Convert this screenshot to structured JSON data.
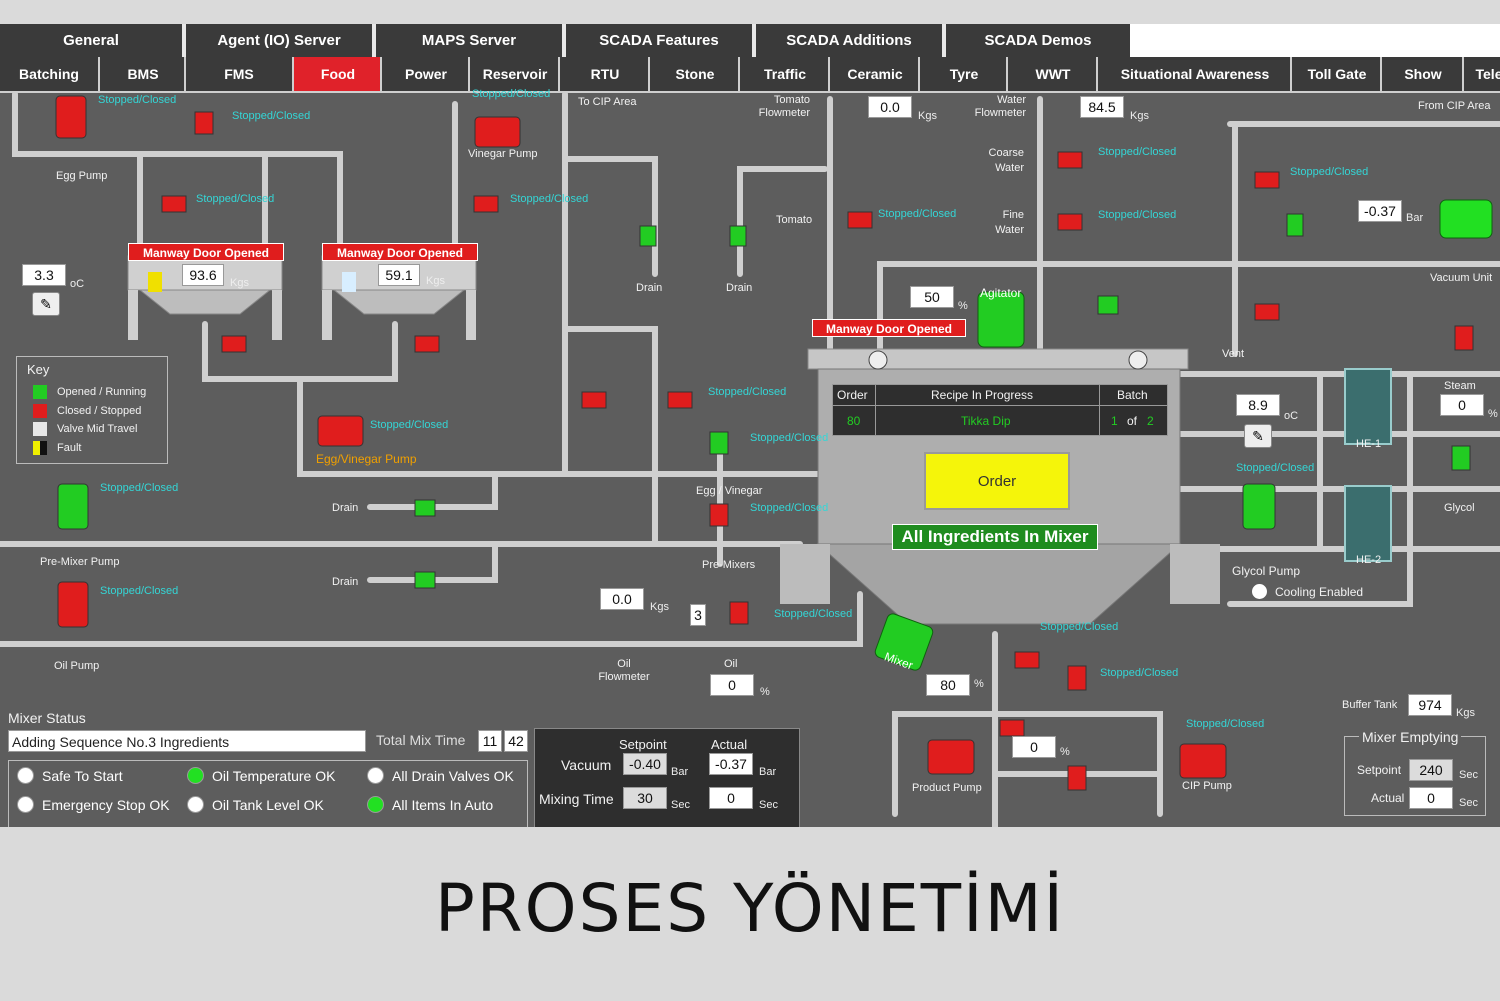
{
  "top_tabs": [
    "General",
    "Agent (IO) Server",
    "MAPS Server",
    "SCADA Features",
    "SCADA Additions",
    "SCADA Demos"
  ],
  "sub_tabs": [
    "Batching",
    "BMS",
    "FMS",
    "Food",
    "Power",
    "Reservoir",
    "RTU",
    "Stone",
    "Traffic",
    "Ceramic",
    "Tyre",
    "WWT",
    "Situational Awareness",
    "Toll Gate",
    "Show",
    "Tele"
  ],
  "active_sub_tab": "Food",
  "status_text": "Stopped/Closed",
  "equipment": {
    "egg_pump": "Egg Pump",
    "vinegar_pump": "Vinegar Pump",
    "egg_vinegar_pump": "Egg/Vinegar Pump",
    "pre_mixer_pump": "Pre-Mixer Pump",
    "oil_pump": "Oil Pump",
    "to_cip_area": "To CIP Area",
    "from_cip_area": "From CIP Area",
    "tomato_flowmeter": "Tomato Flowmeter",
    "water_flowmeter": "Water Flowmeter",
    "coarse_water": "Coarse Water",
    "fine_water": "Fine Water",
    "tomato": "Tomato",
    "drain": "Drain",
    "egg_vinegar": "Egg / Vinegar",
    "pre_mixers": "Pre-Mixers",
    "oil_flowmeter": "Oil Flowmeter",
    "oil": "Oil",
    "vacuum_unit": "Vacuum Unit",
    "vent": "Vent",
    "steam": "Steam",
    "he1": "HE-1",
    "he2": "HE-2",
    "glycol": "Glycol",
    "glycol_pump": "Glycol Pump",
    "cooling_enabled": "Cooling Enabled",
    "agitator": "Agitator",
    "mixer": "Mixer",
    "product_pump": "Product Pump",
    "cip_pump": "CIP Pump",
    "buffer_tank": "Buffer Tank"
  },
  "readings": {
    "tank1_temp": "3.3",
    "tank1_weight": "93.6",
    "tank2_weight": "59.1",
    "tomato_flow": "0.0",
    "water_flow": "84.5",
    "vacuum_pressure": "-0.37",
    "agitator_pct": "50",
    "mixer_temp": "8.9",
    "steam_pct": "0",
    "oil_flow": "0.0",
    "oil_count": "3",
    "oil_pct": "0",
    "mixer_pct": "80",
    "product_pct": "0",
    "buffer_tank": "974",
    "total_mix_min": "11",
    "total_mix_sec": "42"
  },
  "units": {
    "oc": "oC",
    "kgs": "Kgs",
    "bar": "Bar",
    "pct": "%",
    "sec": "Sec"
  },
  "manway_label": "Manway Door Opened",
  "key": {
    "title": "Key",
    "items": [
      {
        "label": "Opened / Running",
        "color": "#22cc22"
      },
      {
        "label": "Closed / Stopped",
        "color": "#e01d1d"
      },
      {
        "label": "Valve Mid Travel",
        "color": "#e8e8e8"
      },
      {
        "label": "Fault",
        "color": "#f0f000"
      }
    ]
  },
  "recipe": {
    "order_header": "Order",
    "recipe_header": "Recipe In Progress",
    "batch_header": "Batch",
    "order": "80",
    "recipe": "Tikka Dip",
    "batch_num": "1",
    "batch_of": "of",
    "batch_total": "2"
  },
  "order_button": "Order",
  "mixer_message": "All Ingredients In Mixer",
  "mixer_status": {
    "title": "Mixer Status",
    "sequence": "Adding Sequence No.3 Ingredients",
    "total_mix_label": "Total Mix Time",
    "indicators": [
      {
        "label": "Safe To Start",
        "on": false
      },
      {
        "label": "Oil Temperature OK",
        "on": true
      },
      {
        "label": "All Drain Valves OK",
        "on": false
      },
      {
        "label": "Emergency Stop OK",
        "on": false
      },
      {
        "label": "Oil Tank Level OK",
        "on": false
      },
      {
        "label": "All Items In Auto",
        "on": true
      }
    ]
  },
  "setpoints": {
    "setpoint_header": "Setpoint",
    "actual_header": "Actual",
    "vacuum_label": "Vacuum",
    "vacuum_sp": "-0.40",
    "vacuum_act": "-0.37",
    "mixing_label": "Mixing Time",
    "mixing_sp": "30",
    "mixing_act": "0"
  },
  "mixer_emptying": {
    "title": "Mixer Emptying",
    "setpoint_label": "Setpoint",
    "setpoint": "240",
    "actual_label": "Actual",
    "actual": "0"
  },
  "caption": "PROSES YÖNETİMİ"
}
